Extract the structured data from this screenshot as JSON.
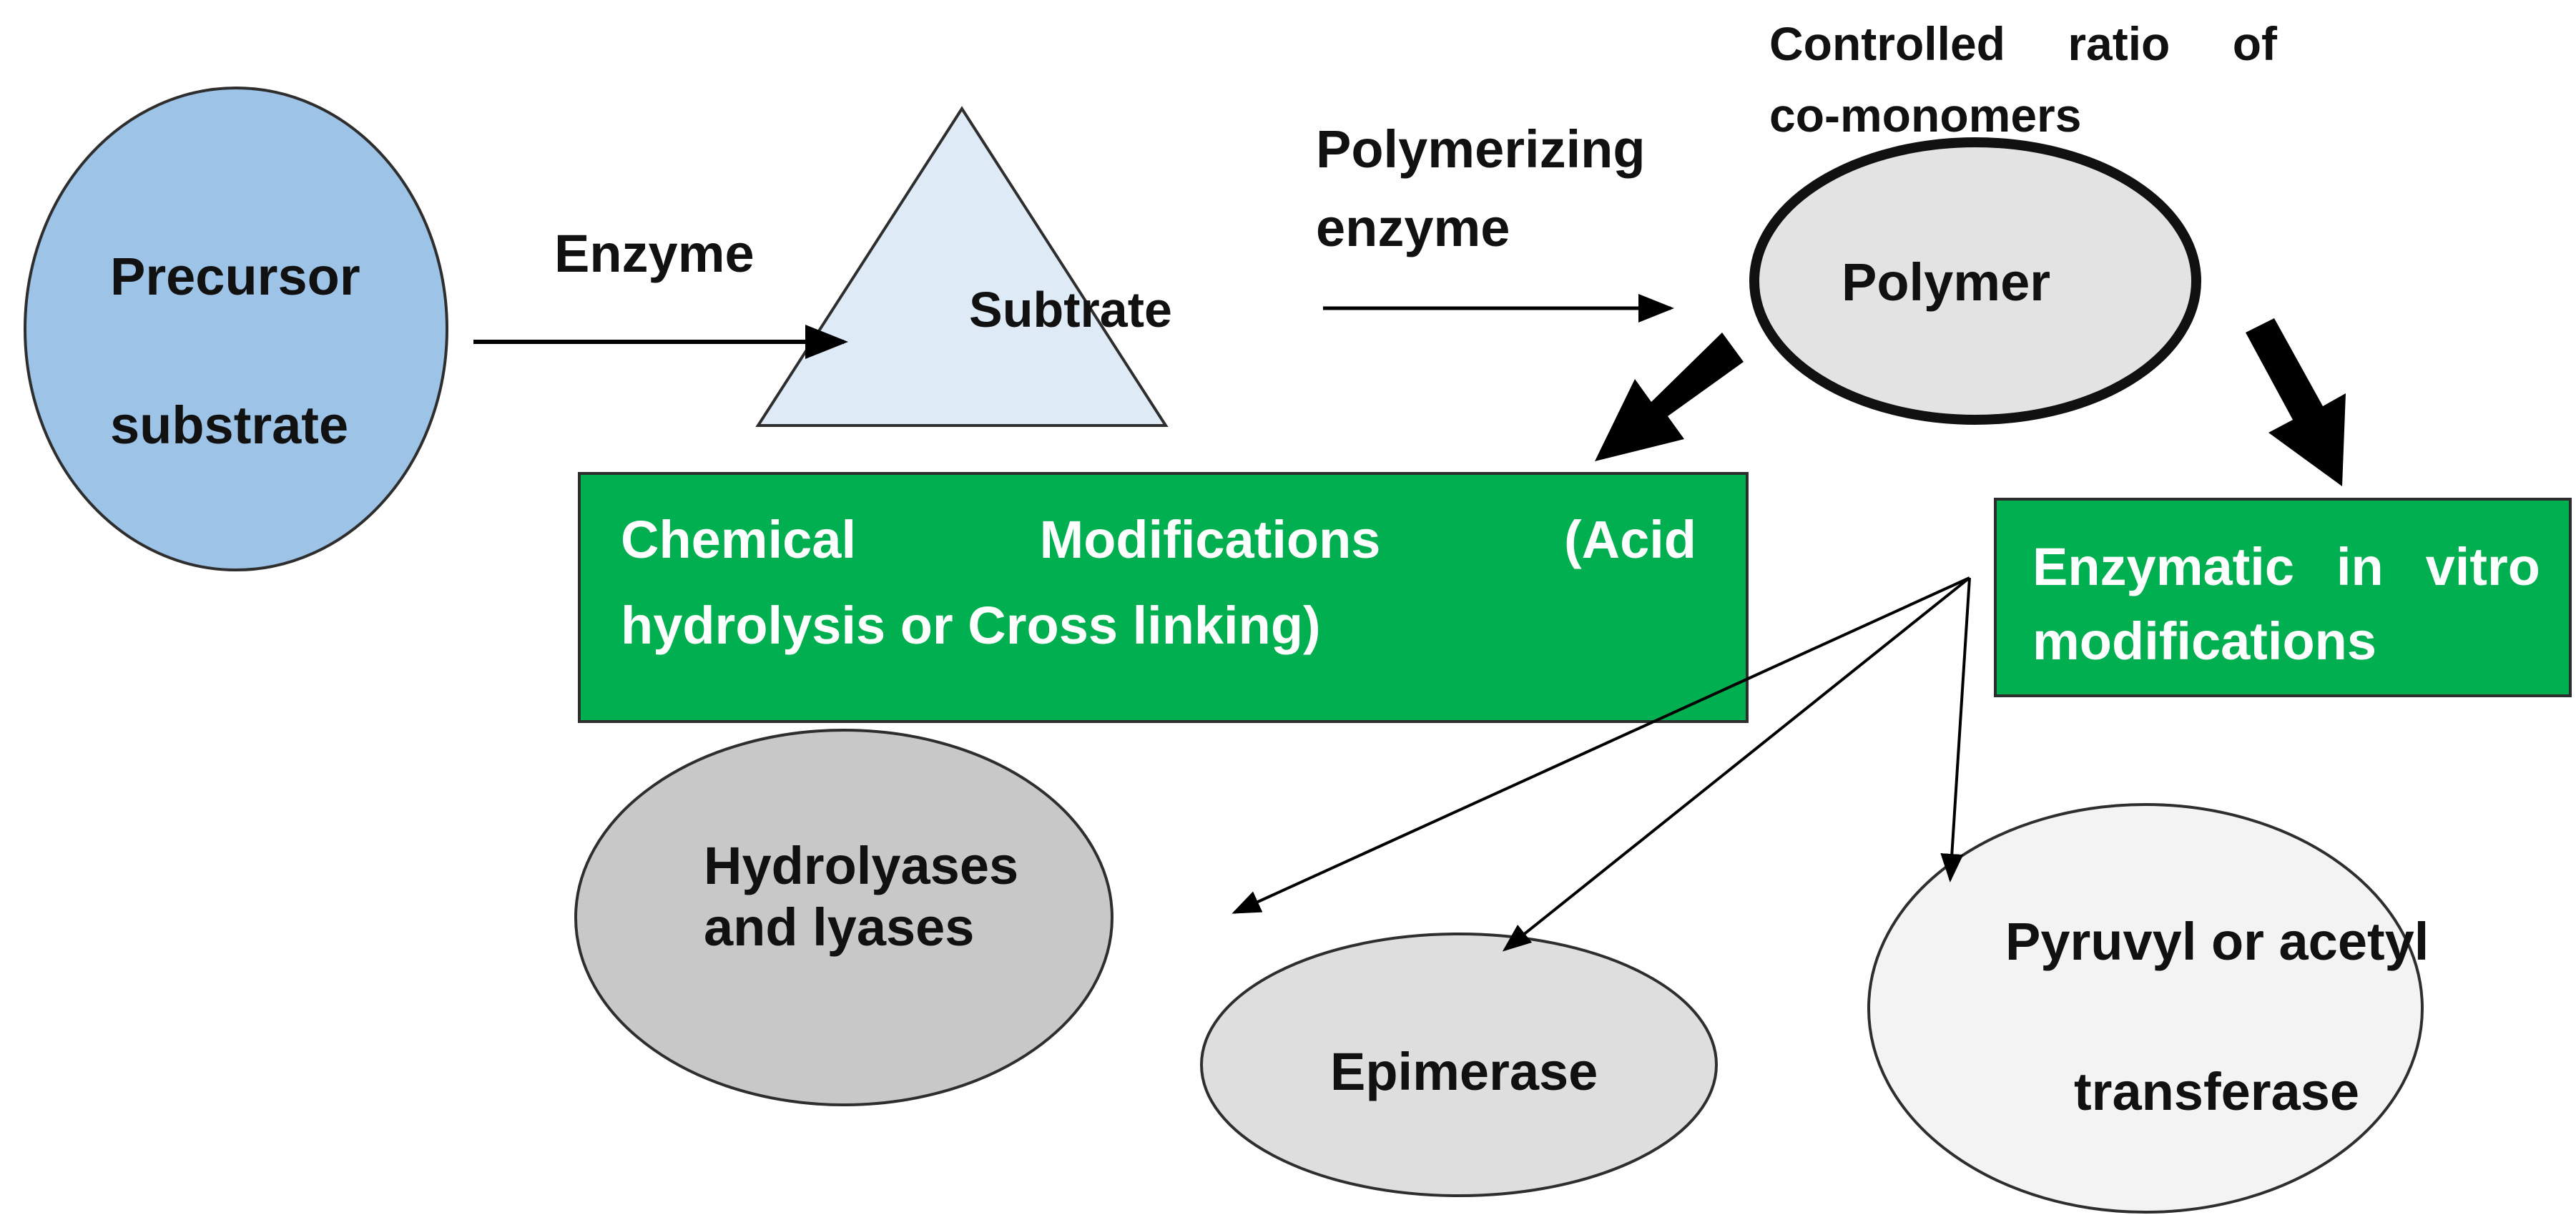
{
  "nodes": {
    "precursor": {
      "line1": "Precursor",
      "line2": "substrate",
      "fill": "#9dc3e6"
    },
    "subtrate": {
      "label": "Subtrate",
      "fill": "#deebf7"
    },
    "polymer": {
      "label": "Polymer",
      "fill": "#e3e3e3"
    },
    "chemical": {
      "line1": "Chemical Modifications (Acid",
      "line2": "hydrolysis or Cross linking)",
      "fill": "#00b050"
    },
    "enzymatic": {
      "line1": "Enzymatic in vitro",
      "line2": "modifications",
      "fill": "#00b050"
    },
    "hydrolyases": {
      "line1": "Hydrolyases",
      "line2": "and lyases",
      "fill": "#c8c8c8"
    },
    "epimerase": {
      "label": "Epimerase",
      "fill": "#dedede"
    },
    "pyruvyl": {
      "line1": "Pyruvyl or acetyl",
      "line2": "transferase",
      "fill": "#f3f3f3"
    }
  },
  "edges": {
    "enzyme": "Enzyme",
    "polymerizing_line1": "Polymerizing",
    "polymerizing_line2": "enzyme",
    "controlled_line1": "Controlled ratio of",
    "controlled_line2": "co-monomers"
  }
}
